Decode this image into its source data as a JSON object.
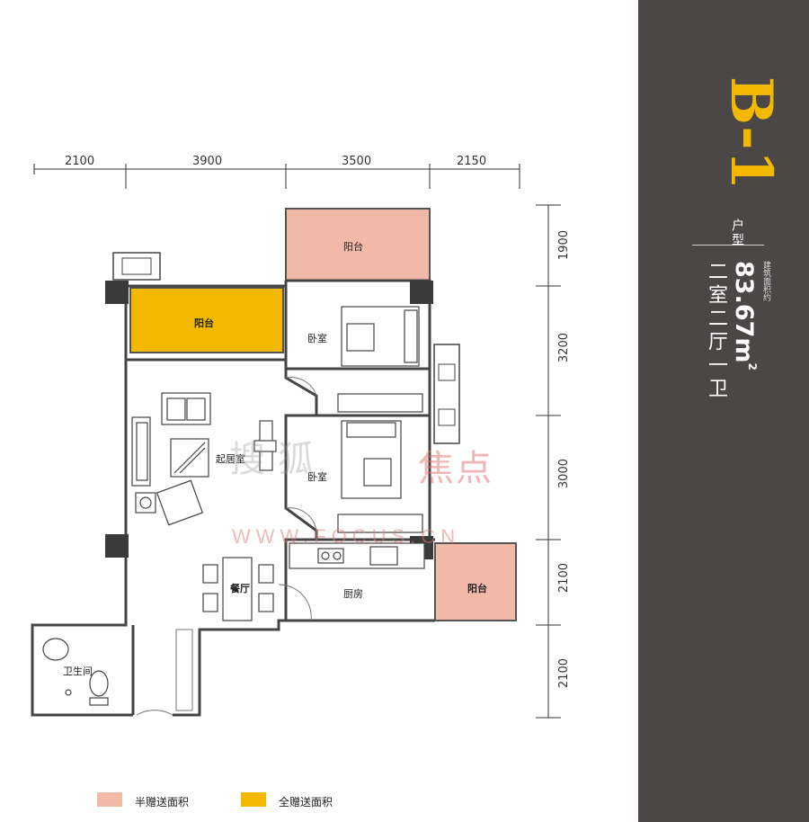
{
  "dimensions": {
    "top": [
      "2100",
      "3900",
      "3500",
      "2150"
    ],
    "right": [
      "1900",
      "3200",
      "3000",
      "2100",
      "2100"
    ]
  },
  "rooms": {
    "balcony_top": "阳台",
    "balcony_left": "阳台",
    "bedroom_1": "卧室",
    "bedroom_2": "卧室",
    "living_room": "起居室",
    "dining": "餐厅",
    "kitchen": "厨房",
    "balcony_right": "阳台",
    "bathroom": "卫生间"
  },
  "watermark": {
    "text": "搜狐",
    "brand": "焦点",
    "url": "WWW.FOCUS.CN"
  },
  "legend": {
    "half": "半赠送面积",
    "full": "全赠送面积"
  },
  "panel": {
    "code": "B-1",
    "type_label": "户型",
    "area_label": "建筑面积约",
    "area": "83.67m",
    "area_sup": "2",
    "layout": "二室二厅一卫"
  },
  "colors": {
    "half_gift": "#f2b9a8",
    "full_gift": "#f3b800",
    "panel_bg": "#4a4746",
    "accent": "#f3b800"
  }
}
